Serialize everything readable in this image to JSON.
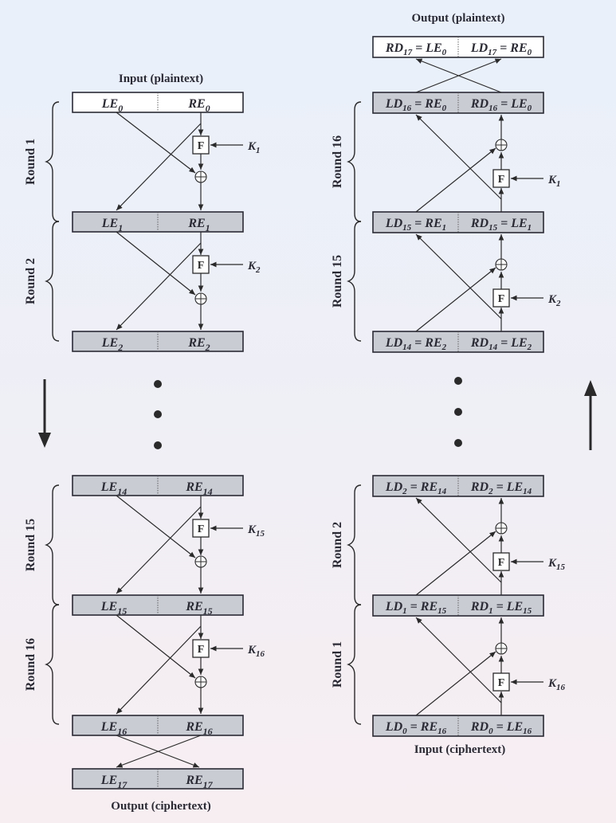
{
  "encryption": {
    "input_caption": "Input (plaintext)",
    "output_caption": "Output (ciphertext)",
    "registers": [
      {
        "left": "LE",
        "left_sub": "0",
        "right": "RE",
        "right_sub": "0"
      },
      {
        "left": "LE",
        "left_sub": "1",
        "right": "RE",
        "right_sub": "1"
      },
      {
        "left": "LE",
        "left_sub": "2",
        "right": "RE",
        "right_sub": "2"
      },
      {
        "left": "LE",
        "left_sub": "14",
        "right": "RE",
        "right_sub": "14"
      },
      {
        "left": "LE",
        "left_sub": "15",
        "right": "RE",
        "right_sub": "15"
      },
      {
        "left": "LE",
        "left_sub": "16",
        "right": "RE",
        "right_sub": "16"
      },
      {
        "left": "LE",
        "left_sub": "17",
        "right": "RE",
        "right_sub": "17"
      }
    ],
    "rounds": [
      {
        "label": "Round 1",
        "key": "K",
        "key_sub": "1",
        "f": "F"
      },
      {
        "label": "Round 2",
        "key": "K",
        "key_sub": "2",
        "f": "F"
      },
      {
        "label": "Round 15",
        "key": "K",
        "key_sub": "15",
        "f": "F"
      },
      {
        "label": "Round 16",
        "key": "K",
        "key_sub": "16",
        "f": "F"
      }
    ]
  },
  "decryption": {
    "input_caption": "Input (ciphertext)",
    "output_caption": "Output (plaintext)",
    "registers": [
      {
        "left": "RD",
        "left_sub": "17",
        "left_eq": "LE",
        "left_eq_sub": "0",
        "right": "LD",
        "right_sub": "17",
        "right_eq": "RE",
        "right_eq_sub": "0"
      },
      {
        "left": "LD",
        "left_sub": "16",
        "left_eq": "RE",
        "left_eq_sub": "0",
        "right": "RD",
        "right_sub": "16",
        "right_eq": "LE",
        "right_eq_sub": "0"
      },
      {
        "left": "LD",
        "left_sub": "15",
        "left_eq": "RE",
        "left_eq_sub": "1",
        "right": "RD",
        "right_sub": "15",
        "right_eq": "LE",
        "right_eq_sub": "1"
      },
      {
        "left": "LD",
        "left_sub": "14",
        "left_eq": "RE",
        "left_eq_sub": "2",
        "right": "RD",
        "right_sub": "14",
        "right_eq": "LE",
        "right_eq_sub": "2"
      },
      {
        "left": "LD",
        "left_sub": "2",
        "left_eq": "RE",
        "left_eq_sub": "14",
        "right": "RD",
        "right_sub": "2",
        "right_eq": "LE",
        "right_eq_sub": "14"
      },
      {
        "left": "LD",
        "left_sub": "1",
        "left_eq": "RE",
        "left_eq_sub": "15",
        "right": "RD",
        "right_sub": "1",
        "right_eq": "LE",
        "right_eq_sub": "15"
      },
      {
        "left": "LD",
        "left_sub": "0",
        "left_eq": "RE",
        "left_eq_sub": "16",
        "right": "RD",
        "right_sub": "0",
        "right_eq": "LE",
        "right_eq_sub": "16"
      }
    ],
    "rounds": [
      {
        "label": "Round 16",
        "key": "K",
        "key_sub": "1",
        "f": "F"
      },
      {
        "label": "Round 15",
        "key": "K",
        "key_sub": "2",
        "f": "F"
      },
      {
        "label": "Round 2",
        "key": "K",
        "key_sub": "15",
        "f": "F"
      },
      {
        "label": "Round 1",
        "key": "K",
        "key_sub": "16",
        "f": "F"
      }
    ]
  },
  "xor_symbol": "⊕",
  "colors": {
    "box_gray": "#c9ccd3",
    "box_white": "#ffffff",
    "stroke": "#2a2a35"
  }
}
